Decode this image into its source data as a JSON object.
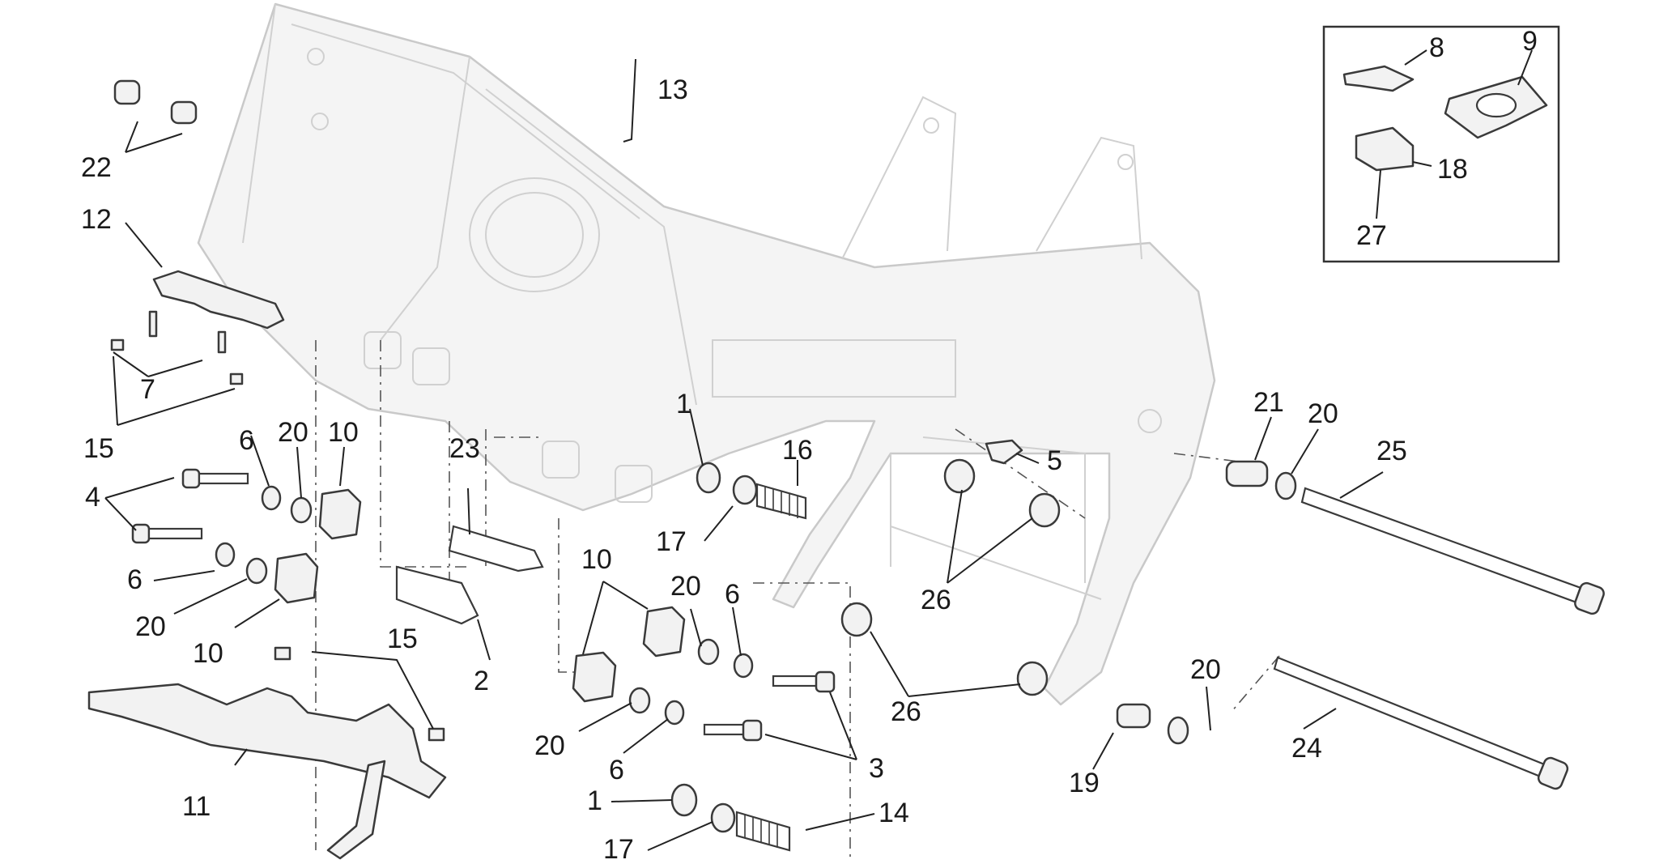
{
  "callouts": {
    "c1a": "1",
    "c1b": "1",
    "c2": "2",
    "c3": "3",
    "c4": "4",
    "c5": "5",
    "c6a": "6",
    "c6b": "6",
    "c6c": "6",
    "c6d": "6",
    "c7": "7",
    "c8": "8",
    "c9": "9",
    "c10a": "10",
    "c10b": "10",
    "c10c": "10",
    "c11": "11",
    "c12": "12",
    "c13": "13",
    "c14": "14",
    "c15a": "15",
    "c15b": "15",
    "c16": "16",
    "c17a": "17",
    "c17b": "17",
    "c18": "18",
    "c19": "19",
    "c20a": "20",
    "c20b": "20",
    "c20c": "20",
    "c20d": "20",
    "c20e": "20",
    "c20f": "20",
    "c21": "21",
    "c22": "22",
    "c23": "23",
    "c24": "24",
    "c25": "25",
    "c26a": "26",
    "c26b": "26",
    "c27": "27"
  }
}
